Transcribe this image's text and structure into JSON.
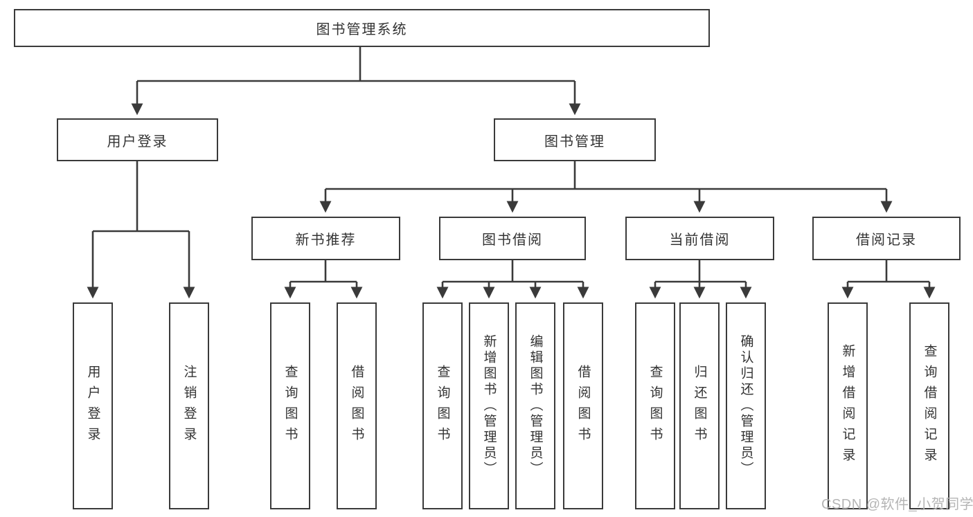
{
  "colors": {
    "line": "#3a3a3a",
    "border": "#3a3a3a",
    "text": "#333333",
    "box-bg": "#ffffff",
    "watermark": "#b5b5b5"
  },
  "watermark": {
    "text": "CSDN @软件_小贺同学"
  },
  "tree": {
    "label": "图书管理系统",
    "children": [
      {
        "label": "用户登录",
        "children": [
          {
            "label": "用户登录"
          },
          {
            "label": "注销登录"
          }
        ]
      },
      {
        "label": "图书管理",
        "children": [
          {
            "label": "新书推荐",
            "children": [
              {
                "label": "查询图书"
              },
              {
                "label": "借阅图书"
              }
            ]
          },
          {
            "label": "图书借阅",
            "children": [
              {
                "label": "查询图书"
              },
              {
                "label": "新增图书（管理员）"
              },
              {
                "label": "编辑图书（管理员）"
              },
              {
                "label": "借阅图书"
              }
            ]
          },
          {
            "label": "当前借阅",
            "children": [
              {
                "label": "查询图书"
              },
              {
                "label": "归还图书"
              },
              {
                "label": "确认归还（管理员）"
              }
            ]
          },
          {
            "label": "借阅记录",
            "children": [
              {
                "label": "新增借阅记录"
              },
              {
                "label": "查询借阅记录"
              }
            ]
          }
        ]
      }
    ]
  }
}
